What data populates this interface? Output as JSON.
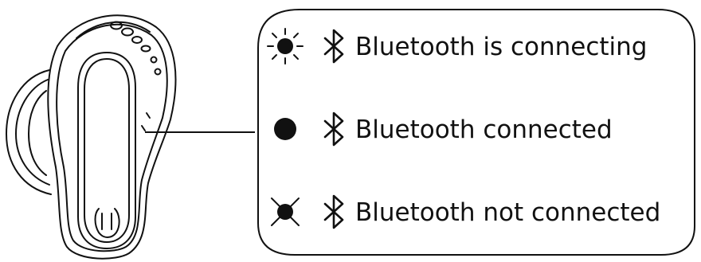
{
  "diagram": {
    "title": "",
    "device_icon": "earbud-icon",
    "status_items": [
      {
        "indicator_icon": "led-flashing-icon",
        "bt_icon": "bluetooth-icon",
        "label": "Bluetooth is connecting"
      },
      {
        "indicator_icon": "led-solid-icon",
        "bt_icon": "bluetooth-icon",
        "label": "Bluetooth connected"
      },
      {
        "indicator_icon": "led-off-icon",
        "bt_icon": "bluetooth-icon",
        "label": "Bluetooth not connected"
      }
    ],
    "colors": {
      "line": "#111111",
      "background": "#ffffff"
    }
  }
}
